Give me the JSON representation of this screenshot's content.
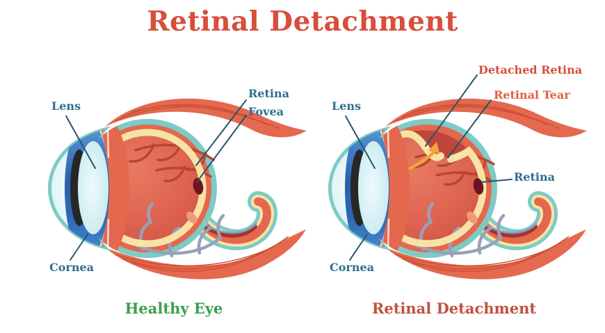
{
  "page": {
    "title": "Retinal Detachment"
  },
  "left_panel": {
    "caption": "Healthy Eye",
    "labels": {
      "lens": "Lens",
      "cornea": "Cornea",
      "retina": "Retina",
      "fovea": "Fovea"
    }
  },
  "right_panel": {
    "caption": "Retinal Detachment",
    "labels": {
      "lens": "Lens",
      "cornea": "Cornea",
      "detached_retina": "Detached Retina",
      "retinal_tear": "Retinal Tear",
      "retina": "Retina"
    }
  },
  "colors": {
    "title_red": "#d84e3a",
    "label_blue": "#2d6e8e",
    "detached_label_red": "#d44e3a",
    "tear_label_orange": "#e0603d",
    "healthy_caption_green": "#3aa24b",
    "detachment_caption_red": "#c1513e",
    "sclera_teal": "#7dcbc4",
    "choroid_salmon": "#e3684e",
    "retina_cream": "#f7e3a6",
    "vitreous_red": "#dd6450",
    "detached_area_dark_red": "#c0453a",
    "fovea_maroon": "#6e1420",
    "muscle_red": "#e4694f",
    "vessel_gray": "#99a0b8",
    "vessel_dark_red": "#bb4533",
    "arrow_orange": "#f0a63c",
    "leader_line": "#27546b"
  },
  "icons": {
    "tear_arrow": "curved-up-arrow"
  }
}
